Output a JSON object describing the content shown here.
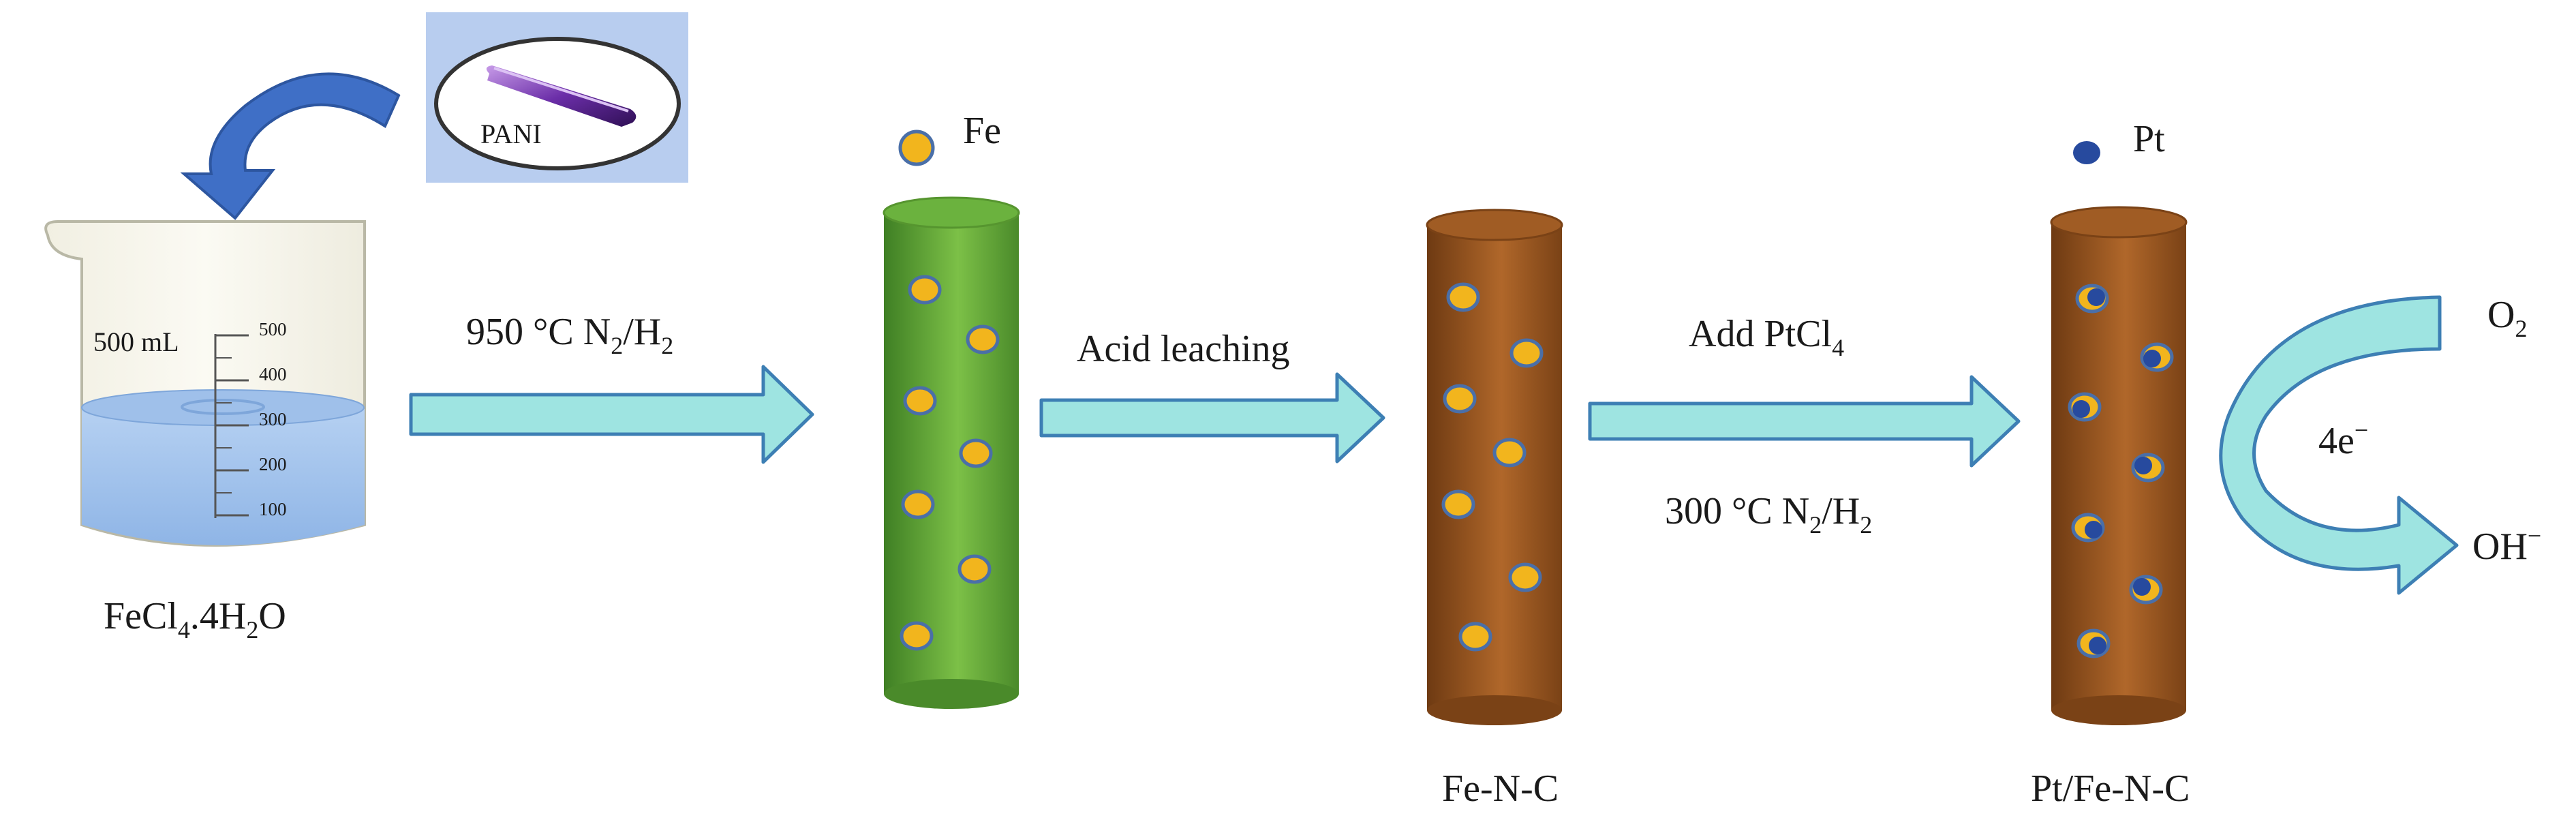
{
  "beaker": {
    "volume_label": "500 mL",
    "ticks": [
      "500",
      "400",
      "300",
      "200",
      "100"
    ],
    "formula": {
      "a": "FeCl",
      "a_sub": "4",
      "b": ".4H",
      "b_sub": "2",
      "c": "O"
    }
  },
  "precursor_inset": {
    "label": "PANI"
  },
  "step1": {
    "prefix": "950 °C N",
    "sub1": "2",
    "mid": "/H",
    "sub2": "2"
  },
  "step2": {
    "label": "Acid leaching"
  },
  "step3": {
    "top": {
      "text": "Add PtCl",
      "sub": "4"
    },
    "bottom": {
      "prefix": "300 °C N",
      "sub1": "2",
      "mid": "/H",
      "sub2": "2"
    }
  },
  "fe_legend": {
    "label": "Fe"
  },
  "pt_legend": {
    "label": "Pt"
  },
  "products": {
    "fe_n_c": "Fe-N-C",
    "pt_fe_n_c": "Pt/Fe-N-C"
  },
  "orr": {
    "reactant": {
      "text": "O",
      "sub": "2"
    },
    "electrons": {
      "text": "4e",
      "sup": "−"
    },
    "product": {
      "text": "OH",
      "sup": "−"
    }
  },
  "colors": {
    "arrow_fill": "#9ee4e1",
    "arrow_stroke": "#3d7fb4",
    "curved_arrow": "#3f6fc6",
    "inset_bg": "#b8cdef",
    "green_rod": "#64a83a",
    "brown_rod": "#9c5a24",
    "fe_particle": "#f2b51d",
    "pt_particle": "#274a9e",
    "liquid": "#a7c7ef"
  }
}
